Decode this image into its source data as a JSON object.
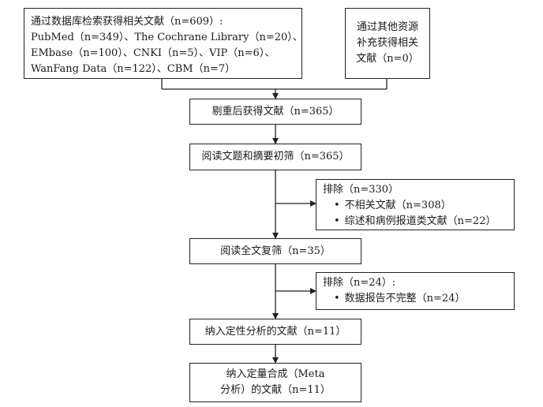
{
  "boxes": {
    "database_search": {
      "lines": [
        "通过数据库检索获得相关文献（n=609）:",
        "PubMed（n=349）、The Cochrane Library（n=20）、",
        "EMbase（n=100）、CNKI（n=5）、VIP（n=6）、",
        "WanFang Data（n=122）、CBM（n=7）"
      ]
    },
    "other_sources": {
      "lines": [
        "通过其他资源",
        "补充获得相关",
        "文献（n=0）"
      ]
    },
    "after_dedup": {
      "lines": [
        "剔重后获得文献（n=365）"
      ]
    },
    "title_abstract_screen": {
      "lines": [
        "阅读文题和摘要初筛（n=365）"
      ]
    },
    "exclusion_1": {
      "lines": [
        "排除（n=330）",
        "不相关文献（n=308）",
        "综述和病例报道类文献（n=22）"
      ]
    },
    "fulltext_screen": {
      "lines": [
        "阅读全文复筛（n=35）"
      ]
    },
    "exclusion_2": {
      "lines": [
        "排除（n=24）:",
        "数据报告不完整（n=24）"
      ]
    },
    "qualitative": {
      "lines": [
        "纳入定性分析的文献（n=11）"
      ]
    },
    "quantitative": {
      "lines": [
        "纳入定量合成（Meta",
        "分析）的文献（n=11）"
      ]
    }
  }
}
